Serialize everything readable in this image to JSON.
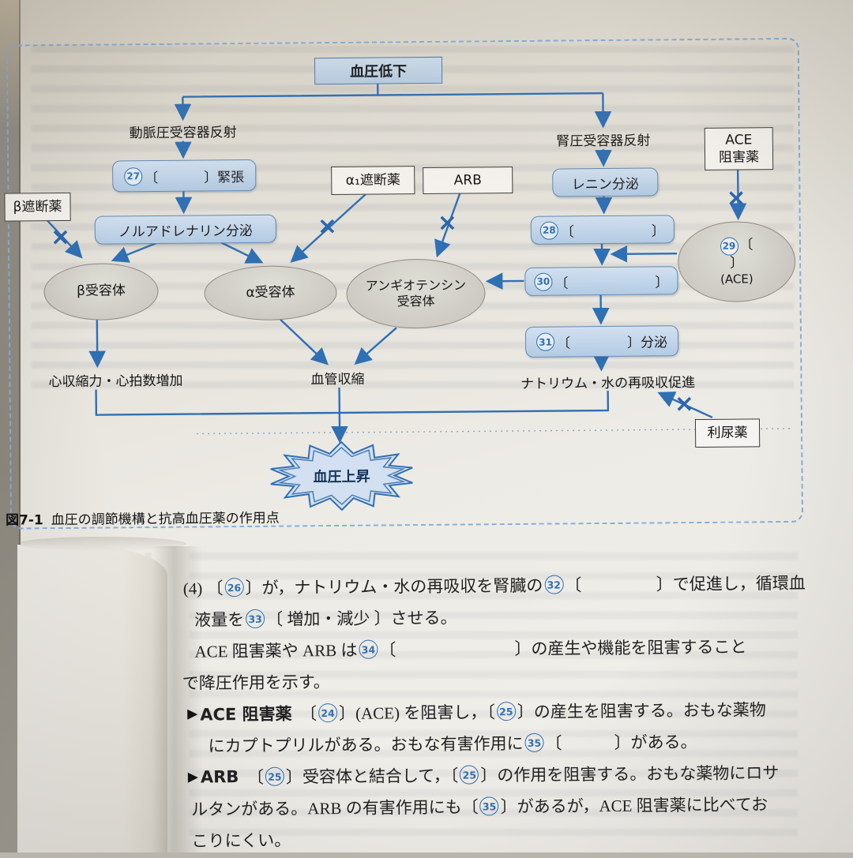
{
  "colors": {
    "accent": "#2f6fb4",
    "pill_fill": "#c4d7eb",
    "pill_border": "#6189b5",
    "ellipse_fill": "#d0cdc5"
  },
  "diagram": {
    "bp_down": "血圧低下",
    "arterial_reflex": "動脈圧受容器反射",
    "renal_reflex": "腎圧受容器反射",
    "ace_inhibitor": {
      "line1": "ACE",
      "line2": "阻害薬"
    },
    "n27": {
      "num": "27",
      "open": "〔",
      "close": "〕緊張"
    },
    "alpha1_blocker": "α₁遮断薬",
    "arb": "ARB",
    "renin": "レニン分泌",
    "beta_blocker": "β遮断薬",
    "noradrenaline": "ノルアドレナリン分泌",
    "n28": {
      "num": "28",
      "open": "〔",
      "close": "〕"
    },
    "n29": {
      "num": "29",
      "open": "〔",
      "close": "〕",
      "sub": "(ACE)"
    },
    "beta_receptor": "β受容体",
    "alpha_receptor": "α受容体",
    "angiotensin_receptor": {
      "line1": "アンギオテンシン",
      "line2": "受容体"
    },
    "n30": {
      "num": "30",
      "open": "〔",
      "close": "〕"
    },
    "n31": {
      "num": "31",
      "open": "〔",
      "close": "〕分泌"
    },
    "cardiac": "心収縮力・心拍数増加",
    "vasoconstriction": "血管収縮",
    "sodium": "ナトリウム・水の再吸収促進",
    "diuretic": "利尿薬",
    "bp_up": "血圧上昇",
    "x_mark": "×"
  },
  "caption": {
    "fig": "図7-1",
    "title": "血圧の調節機構と抗高血圧薬の作用点"
  },
  "body": {
    "bullet": "▶",
    "l1": {
      "a": "(4) 〔",
      "n1": "26",
      "b": "〕が，ナトリウム・水の再吸収を腎臓の",
      "n2": "32",
      "c": "〔",
      "d": "〕で促進し，循環血"
    },
    "l2": {
      "a": "液量を",
      "n1": "33",
      "b": "〔 増加・減少 〕させる。"
    },
    "l3": {
      "a": "ACE 阻害薬や ARB は",
      "n1": "34",
      "b": "〔",
      "c": "〕の産生や機能を阻害すること"
    },
    "l4": {
      "a": "で降圧作用を示す。"
    },
    "l5": {
      "head": "ACE 阻害薬",
      "a": "　〔",
      "n1": "24",
      "b": "〕(ACE) を阻害し，〔",
      "n2": "25",
      "c": "〕の産生を阻害する。おもな薬物"
    },
    "l6": {
      "a": "にカプトプリルがある。おもな有害作用に",
      "n1": "35",
      "b": "〔",
      "c": "〕がある。"
    },
    "l7": {
      "head": "ARB",
      "a": "　〔",
      "n1": "25",
      "b": "〕受容体と結合して，〔",
      "n2": "25",
      "c": "〕の作用を阻害する。おもな薬物にロサ"
    },
    "l8": {
      "a": "ルタンがある。ARB の有害作用にも〔",
      "n1": "35",
      "b": "〕があるが，ACE 阻害薬に比べてお"
    },
    "l9": {
      "a": "こりにくい。"
    }
  }
}
